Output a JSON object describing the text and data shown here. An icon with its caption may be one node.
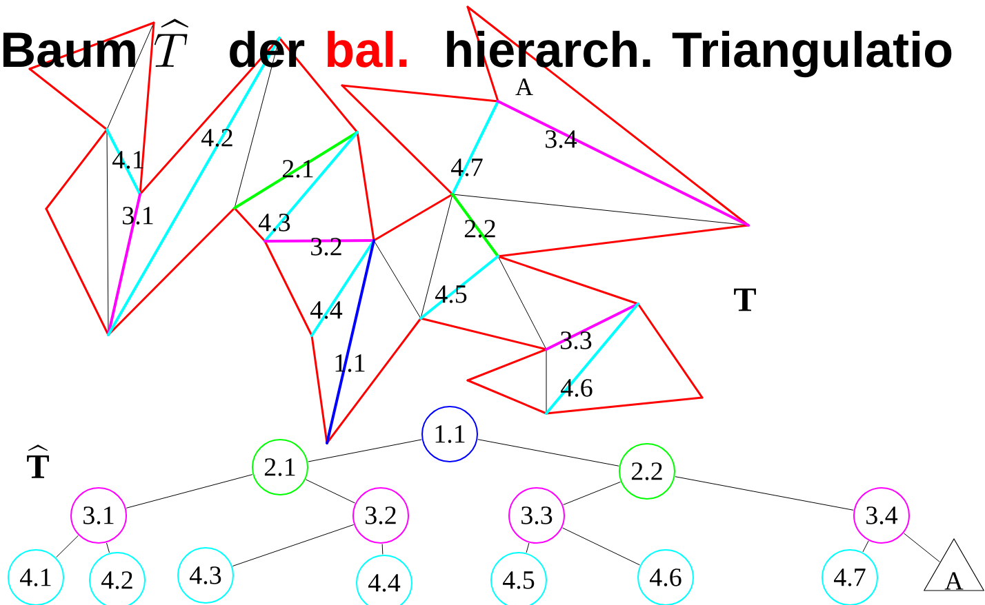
{
  "diagram": {
    "nodes": [
      {
        "text": [
          "1.1"
        ]
      },
      {
        "text": [
          "2.1"
        ]
      },
      {
        "text": [
          "2.2"
        ]
      },
      {
        "text": [
          "3.1"
        ]
      },
      {
        "text": [
          "3.2"
        ]
      },
      {
        "text": [
          "3.3"
        ]
      },
      {
        "text": [
          "3.4"
        ]
      },
      {
        "text": [
          "4.1"
        ]
      },
      {
        "text": [
          "4.2"
        ]
      },
      {
        "text": [
          "4.3"
        ]
      },
      {
        "text": [
          "4.4"
        ]
      },
      {
        "text": [
          "4.5"
        ]
      },
      {
        "text": [
          "4.6"
        ]
      },
      {
        "text": [
          "4.7"
        ]
      },
      {
        "text": [
          "A"
        ]
      }
    ],
    "edges": [
      {
        "from": 0,
        "to": 1,
        "arrow": "none"
      },
      {
        "from": 0,
        "to": 2,
        "arrow": "none"
      },
      {
        "from": 1,
        "to": 3,
        "arrow": "none"
      },
      {
        "from": 1,
        "to": 4,
        "arrow": "none"
      },
      {
        "from": 2,
        "to": 5,
        "arrow": "none"
      },
      {
        "from": 2,
        "to": 6,
        "arrow": "none"
      },
      {
        "from": 3,
        "to": 7,
        "arrow": "none"
      },
      {
        "from": 3,
        "to": 8,
        "arrow": "none"
      },
      {
        "from": 4,
        "to": 9,
        "arrow": "none"
      },
      {
        "from": 4,
        "to": 10,
        "arrow": "none"
      },
      {
        "from": 5,
        "to": 11,
        "arrow": "none"
      },
      {
        "from": 5,
        "to": 12,
        "arrow": "none"
      },
      {
        "from": 6,
        "to": 13,
        "arrow": "none"
      },
      {
        "from": 6,
        "to": 14,
        "arrow": "none"
      }
    ],
    "labels": [
      "Baum",
      "\\widehat{T}",
      "der",
      "bal.",
      "hierarch. Triangulatio",
      "A",
      "4.2",
      "3.4",
      "4.1",
      "2.1",
      "4.7",
      "3.1",
      "4.3",
      "2.2",
      "3.2",
      "4.5",
      "T",
      "4.4",
      "3.3",
      "1.1",
      "4.6",
      "\\widehat{\\mathbf{T}}"
    ]
  }
}
